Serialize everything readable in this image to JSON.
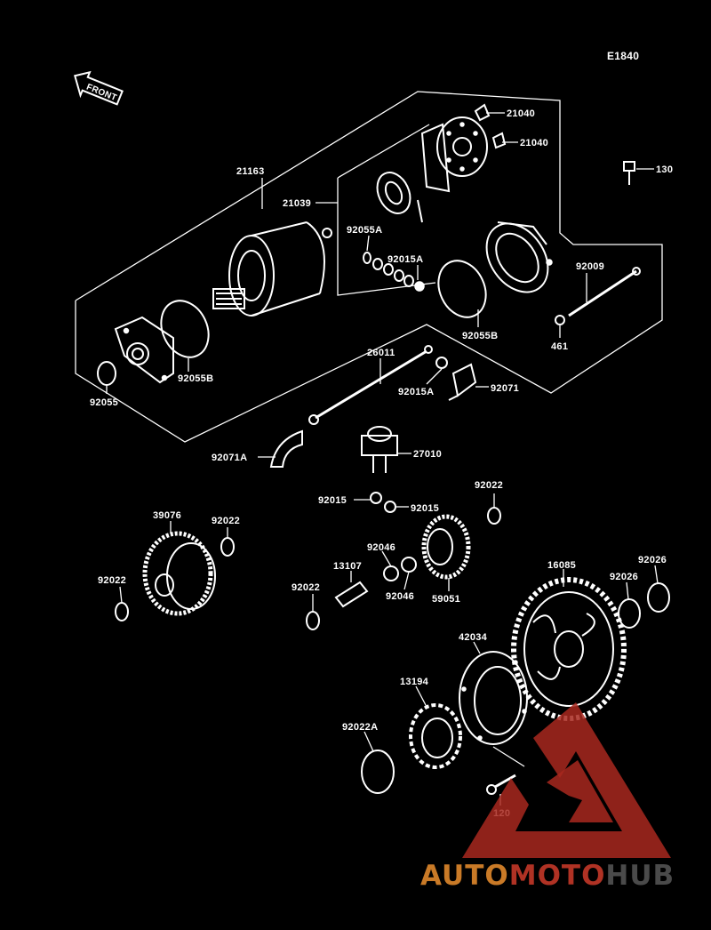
{
  "diagram_code": "E1840",
  "front_label": "FRONT",
  "labels": {
    "p21163": "21163",
    "p21039": "21039",
    "p21040a": "21040",
    "p21040b": "21040",
    "p130": "130",
    "p92055A": "92055A",
    "p92015A_top": "92015A",
    "p92009": "92009",
    "p92055B_right": "92055B",
    "p461": "461",
    "p92055B_left": "92055B",
    "p92055": "92055",
    "p26011": "26011",
    "p92015A_mid": "92015A",
    "p92071": "92071",
    "p92071A": "92071A",
    "p27010": "27010",
    "p92015_l": "92015",
    "p92015_r": "92015",
    "p92022_top": "92022",
    "p39076": "39076",
    "p92022_a": "92022",
    "p92022_b": "92022",
    "p92046_top": "92046",
    "p13107": "13107",
    "p92022_c": "92022",
    "p92046_bot": "92046",
    "p59051": "59051",
    "p16085": "16085",
    "p92026_a": "92026",
    "p92026_b": "92026",
    "p42034": "42034",
    "p13194": "13194",
    "p92022A": "92022A",
    "p120": "120"
  },
  "watermark": {
    "text_auto": "AUTO",
    "text_moto": "MOTO",
    "text_hub": "HUB",
    "color_auto": "#c97a27",
    "color_moto": "#b03224",
    "color_hub": "#4a4a4a",
    "logo_color": "#a8281e"
  }
}
